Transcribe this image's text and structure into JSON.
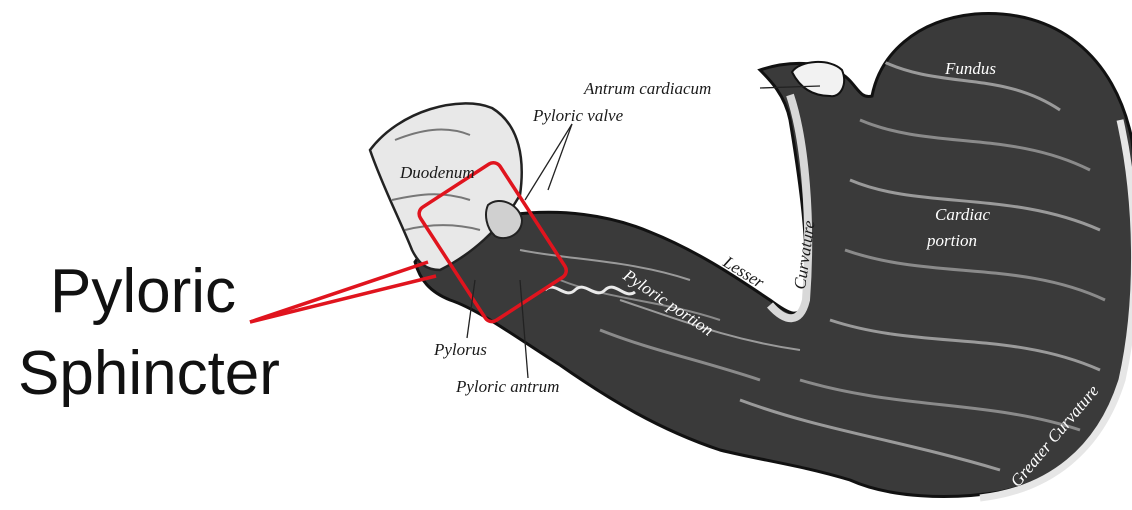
{
  "diagram": {
    "callout": {
      "line1": "Pyloric",
      "line2": "Sphincter",
      "highlight_color": "#e0141e"
    },
    "labels": {
      "antrum_cardiacum": "Antrum cardiacum",
      "fundus": "Fundus",
      "pyloric_valve": "Pyloric valve",
      "duodenum": "Duodenum",
      "cardiac_line1": "Cardiac",
      "cardiac_line2": "portion",
      "lesser": "Lesser",
      "lesser_curvature": "Curvature",
      "pyloric_portion": "Pyloric portion",
      "pylorus": "Pylorus",
      "pyloric_antrum": "Pyloric antrum",
      "greater_curvature": "Greater Curvature"
    }
  }
}
